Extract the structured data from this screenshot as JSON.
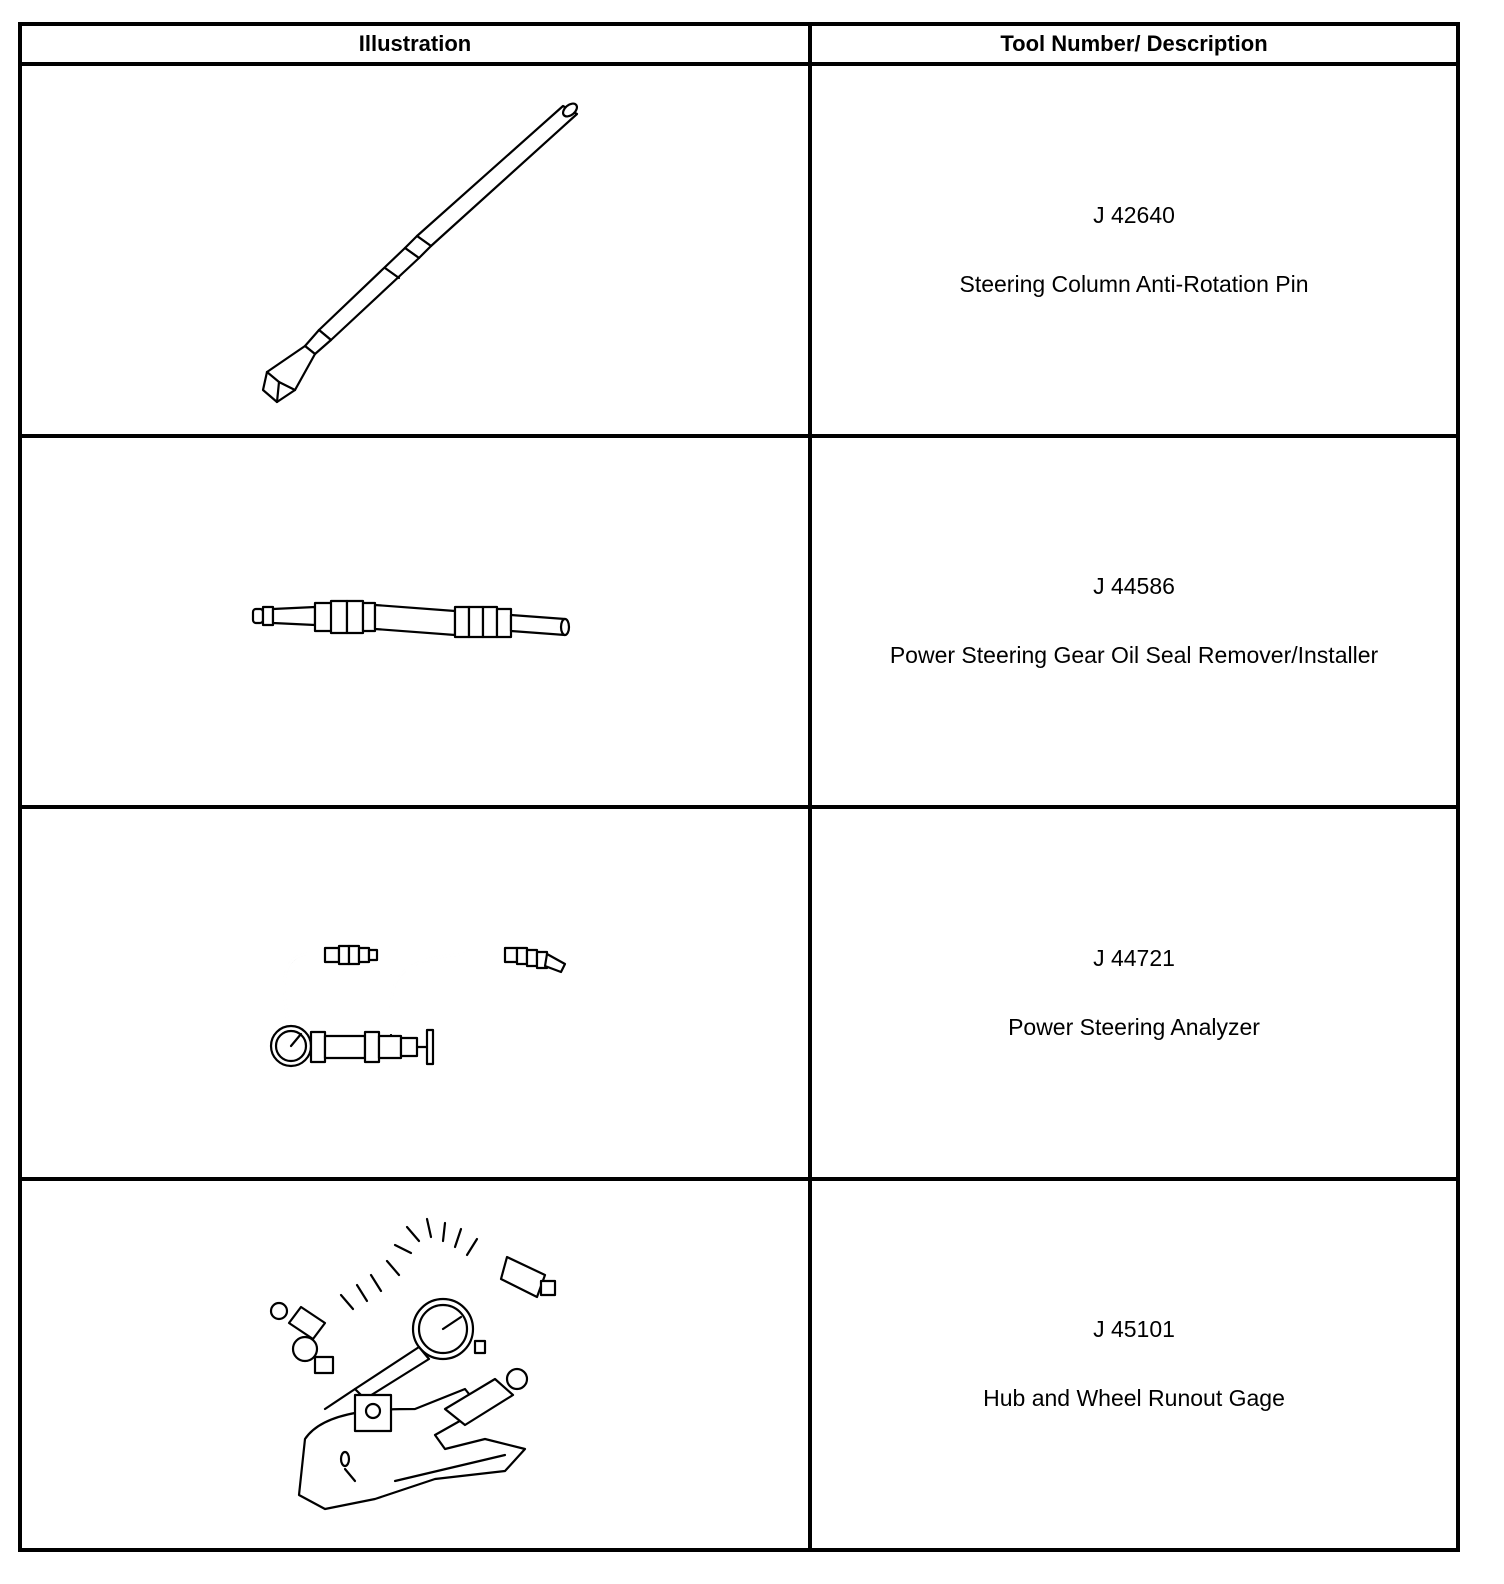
{
  "table": {
    "headers": {
      "illustration": "Illustration",
      "description": "Tool Number/ Description"
    },
    "rows": [
      {
        "tool_number": "J 42640",
        "description": "Steering Column Anti-Rotation Pin",
        "illustration_icon": "anti-rotation-pin-illustration"
      },
      {
        "tool_number": "J 44586",
        "description": "Power Steering Gear Oil Seal Remover/Installer",
        "illustration_icon": "oil-seal-remover-installer-illustration"
      },
      {
        "tool_number": "J 44721",
        "description": "Power Steering Analyzer",
        "illustration_icon": "power-steering-analyzer-illustration"
      },
      {
        "tool_number": "J 45101",
        "description": "Hub and Wheel Runout Gage",
        "illustration_icon": "runout-gage-illustration"
      }
    ]
  }
}
